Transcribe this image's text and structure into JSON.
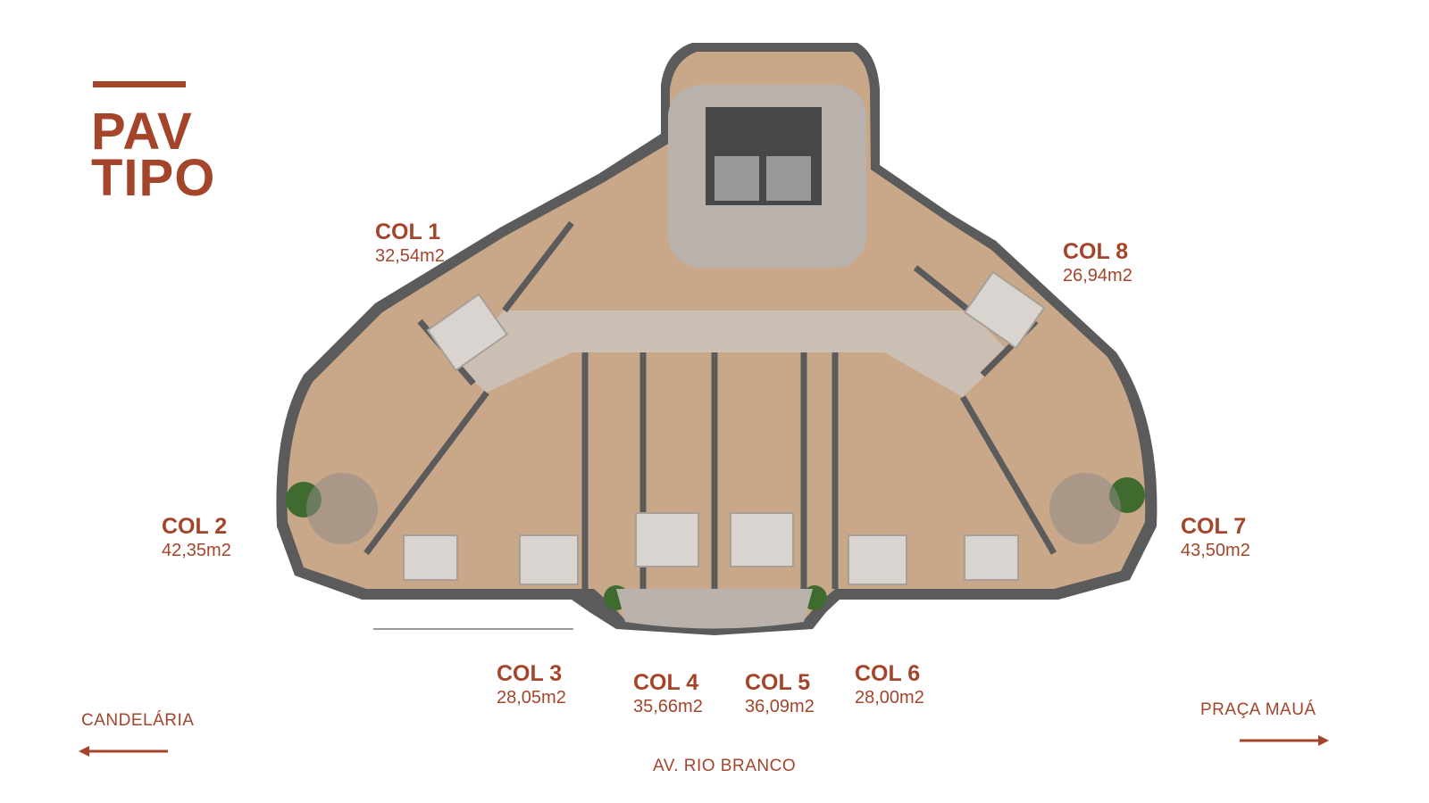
{
  "title": {
    "line1": "PAV",
    "line2": "TIPO"
  },
  "units": [
    {
      "id": "col1",
      "name": "COL 1",
      "area": "32,54m2"
    },
    {
      "id": "col2",
      "name": "COL 2",
      "area": "42,35m2"
    },
    {
      "id": "col3",
      "name": "COL 3",
      "area": "28,05m2"
    },
    {
      "id": "col4",
      "name": "COL 4",
      "area": "35,66m2"
    },
    {
      "id": "col5",
      "name": "COL 5",
      "area": "36,09m2"
    },
    {
      "id": "col6",
      "name": "COL 6",
      "area": "28,00m2"
    },
    {
      "id": "col7",
      "name": "COL 7",
      "area": "43,50m2"
    },
    {
      "id": "col8",
      "name": "COL 8",
      "area": "26,94m2"
    }
  ],
  "streets": {
    "left": "CANDELÁRIA",
    "right": "PRAÇA MAUÁ",
    "bottom": "AV. RIO BRANCO"
  },
  "colors": {
    "accent": "#a3442b",
    "wall": "#5b5b5b",
    "floor_wood": "#c9a88a",
    "floor_corridor": "#cbbfb4",
    "bed": "#d9d4cf",
    "plant": "#3f6b2e"
  }
}
